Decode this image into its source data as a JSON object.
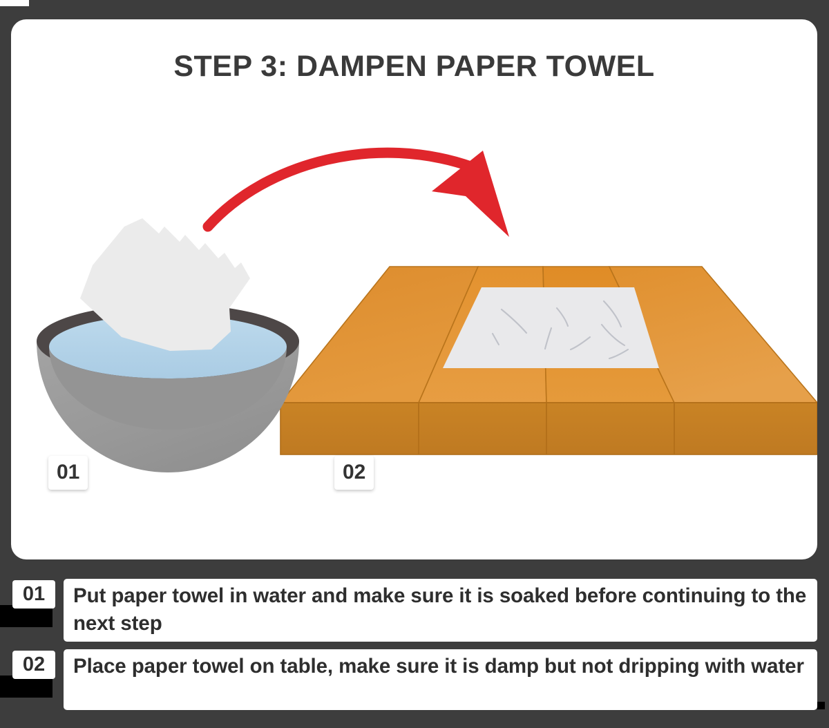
{
  "title": "STEP 3: DAMPEN PAPER TOWEL",
  "art_badges": [
    {
      "label": "01",
      "describes": "bowl-of-water-with-paper-towel"
    },
    {
      "label": "02",
      "describes": "wooden-table-with-paper-towel"
    }
  ],
  "captions": [
    {
      "number": "01",
      "text": "Put paper towel in water and make sure it is soaked before continuing to the next step"
    },
    {
      "number": "02",
      "text": "Place paper towel on table, make sure it is damp but not dripping with water"
    }
  ],
  "illustration": {
    "arrow": {
      "name": "curved-motion-arrow",
      "color": "#e0262c",
      "direction": "left-to-right-arcing-down"
    },
    "bowl": {
      "name": "mixing-bowl",
      "body_color": "#9b9b9b",
      "body_shadow_color": "#8d8d8d",
      "rim_color": "#4d4747",
      "water_color": "#b4d3e9",
      "water_shade_color": "#a6c8e0"
    },
    "paper_towel_in_bowl": {
      "name": "paper-towel-soaking",
      "color": "#ebebeb"
    },
    "table": {
      "name": "wooden-table",
      "top_color": "#e08f2e",
      "top_color_dark": "#d9881f",
      "edge_color": "#c47d24",
      "line_color": "#b36f18",
      "plank_count": 4
    },
    "paper_towel_on_table": {
      "name": "paper-towel-on-table",
      "color": "#e9e9eb",
      "crease_color": "#b9bcc4",
      "crease_count": 8
    }
  },
  "colors": {
    "page_background": "#3d3d3d",
    "card_background": "#ffffff",
    "title_text": "#3a3a3a",
    "caption_text": "#2e2e2e",
    "badge_background": "#ffffff"
  }
}
